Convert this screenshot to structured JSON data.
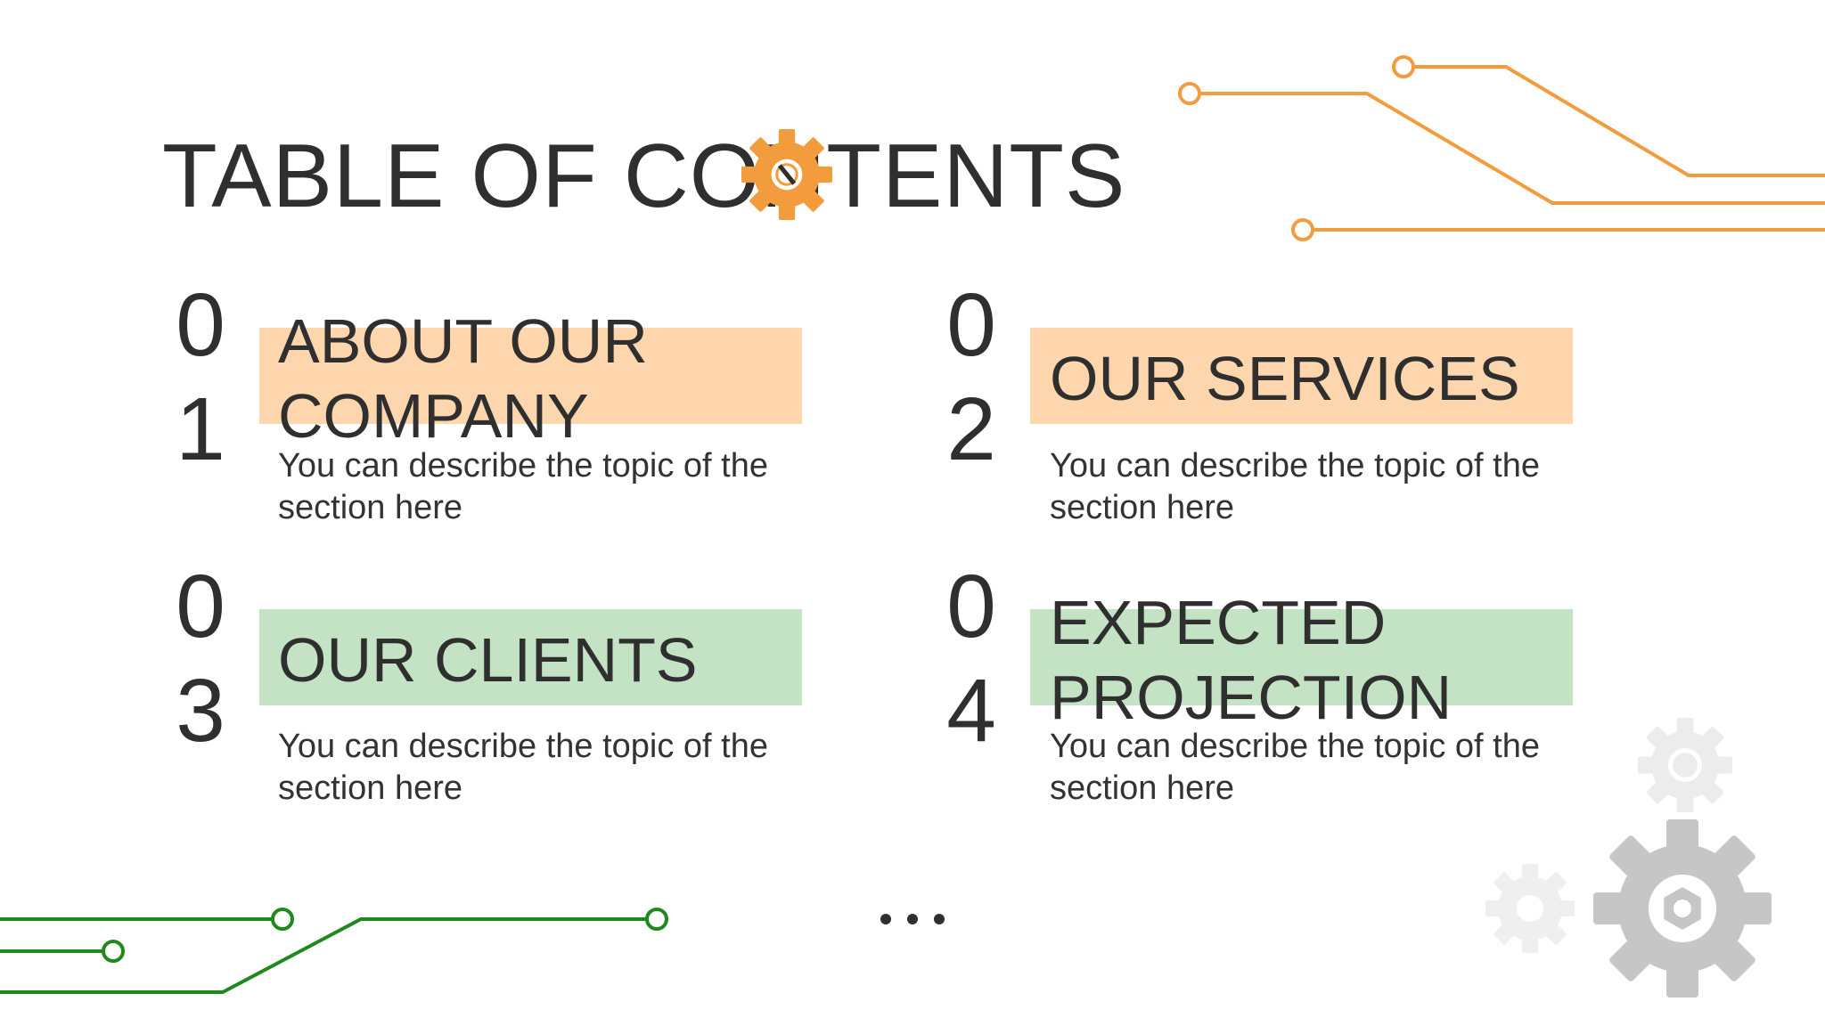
{
  "slide": {
    "title": "TABLE OF CONTENTS",
    "more_label": "...",
    "colors": {
      "accent_orange": "#f39c3d",
      "accent_green": "#1e8a1e",
      "band_orange": "#fdd6ae",
      "band_green": "#c4e3c4",
      "gear_gray": "#c6c6c6"
    },
    "sections": [
      {
        "number_top": "0",
        "number_bottom": "1",
        "title_line1": "ABOUT OUR",
        "title_line2": "COMPANY",
        "description": "You can describe the topic of the section here",
        "band_color": "orange"
      },
      {
        "number_top": "0",
        "number_bottom": "2",
        "title_line1": "OUR SERVICES",
        "title_line2": "",
        "description": "You can describe the topic of the section here",
        "band_color": "orange"
      },
      {
        "number_top": "0",
        "number_bottom": "3",
        "title_line1": "OUR CLIENTS",
        "title_line2": "",
        "description": "You can describe the topic of the section here",
        "band_color": "green"
      },
      {
        "number_top": "0",
        "number_bottom": "4",
        "title_line1": "EXPECTED",
        "title_line2": "PROJECTION",
        "description": "You can describe the topic of the section here",
        "band_color": "green"
      }
    ],
    "decorations": {
      "title_icon": "gear-icon",
      "corner_icons": [
        "gear-icon",
        "gear-icon",
        "gear-icon"
      ],
      "circuits": [
        "orange-circuit-lines",
        "green-circuit-lines"
      ]
    }
  }
}
